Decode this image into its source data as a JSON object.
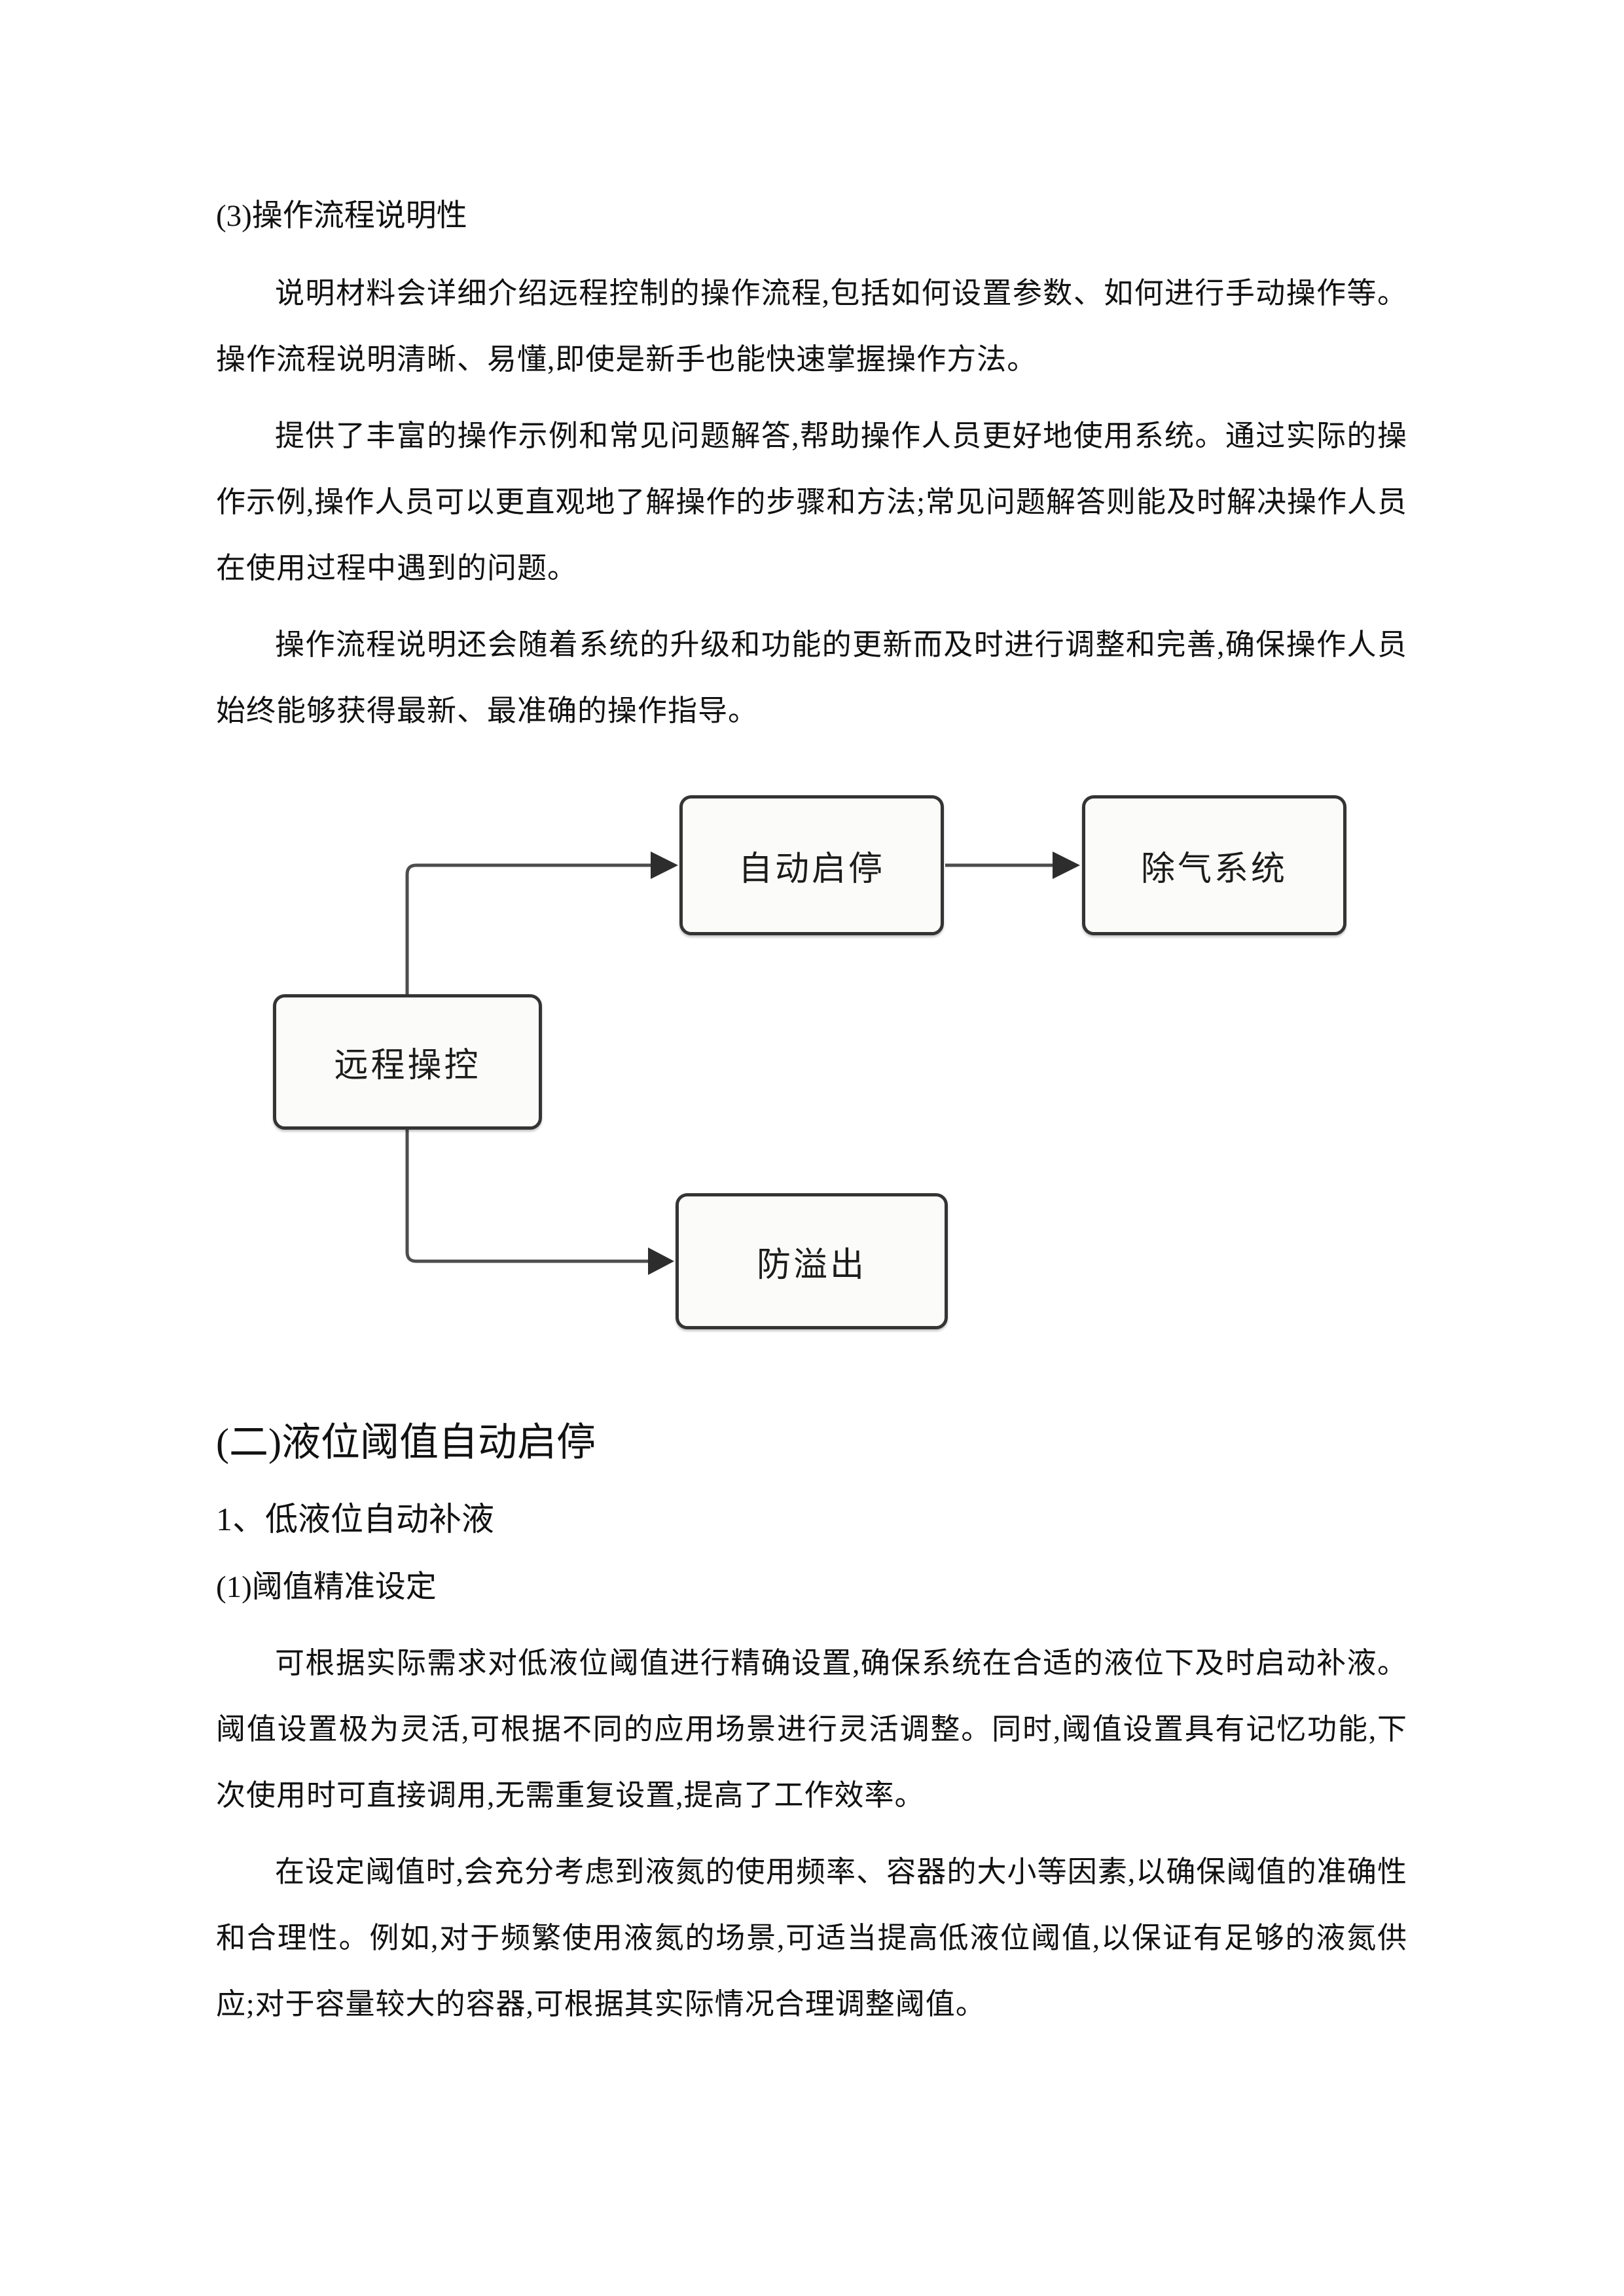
{
  "page": {
    "background": "#ffffff",
    "text_color": "#111111"
  },
  "document": {
    "heading_level3": "(3)操作流程说明性",
    "para_1": "说明材料会详细介绍远程控制的操作流程,包括如何设置参数、如何进行手动操作等。操作流程说明清晰、易懂,即使是新手也能快速掌握操作方法。",
    "para_2": "提供了丰富的操作示例和常见问题解答,帮助操作人员更好地使用系统。通过实际的操作示例,操作人员可以更直观地了解操作的步骤和方法;常见问题解答则能及时解决操作人员在使用过程中遇到的问题。",
    "para_3": "操作流程说明还会随着系统的升级和功能的更新而及时进行调整和完善,确保操作人员始终能够获得最新、最准确的操作指导。",
    "section_heading": "(二)液位阈值自动启停",
    "sub_heading_1": "1、低液位自动补液",
    "sub_heading_2": "(1)阈值精准设定",
    "para_4": "可根据实际需求对低液位阈值进行精确设置,确保系统在合适的液位下及时启动补液。阈值设置极为灵活,可根据不同的应用场景进行灵活调整。同时,阈值设置具有记忆功能,下次使用时可直接调用,无需重复设置,提高了工作效率。",
    "para_5": "在设定阈值时,会充分考虑到液氮的使用频率、容器的大小等因素,以确保阈值的准确性和合理性。例如,对于频繁使用液氮的场景,可适当提高低液位阈值,以保证有足够的液氮供应;对于容量较大的容器,可根据其实际情况合理调整阈值。"
  },
  "diagram": {
    "type": "flowchart",
    "nodes": [
      {
        "id": "remote-control",
        "label": "远程操控"
      },
      {
        "id": "auto-start-stop",
        "label": "自动启停"
      },
      {
        "id": "degas-system",
        "label": "除气系统"
      },
      {
        "id": "anti-overflow",
        "label": "防溢出"
      }
    ],
    "edges": [
      {
        "from": "远程操控",
        "to": "自动启停"
      },
      {
        "from": "自动启停",
        "to": "除气系统"
      },
      {
        "from": "远程操控",
        "to": "防溢出"
      }
    ],
    "line_color": "#4d4d4d",
    "arrow_color": "#2d2d2d",
    "box_border_color": "#343434",
    "box_fill": "#fbfbf9"
  }
}
